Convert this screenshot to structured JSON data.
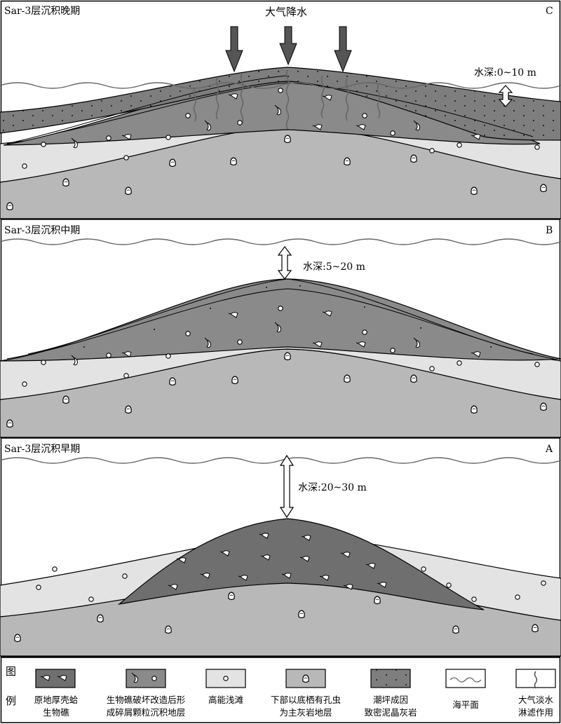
{
  "panels": [
    {
      "id": "C",
      "title": "Sar-3层沉积晚期",
      "letter": "C",
      "rain_label": "大气降水",
      "depth_label": "水深:0~10 m"
    },
    {
      "id": "B",
      "title": "Sar-3层沉积中期",
      "letter": "B",
      "depth_label": "水深:5~20 m"
    },
    {
      "id": "A",
      "title": "Sar-3层沉积早期",
      "letter": "A",
      "depth_label": "水深:20~30 m"
    }
  ],
  "legend": {
    "label_top": "图",
    "label_bottom": "例",
    "items": [
      {
        "line1": "原地厚壳蛤",
        "line2": "生物礁",
        "pattern": "reef"
      },
      {
        "line1": "生物礁破坏改造后形",
        "line2": "成碎屑颗粒沉积地层",
        "pattern": "debris"
      },
      {
        "line1": "高能浅滩",
        "line2": "",
        "pattern": "shoal"
      },
      {
        "line1": "下部以底栖有孔虫",
        "line2": "为主灰岩地层",
        "pattern": "foram"
      },
      {
        "line1": "潮坪成因",
        "line2": "致密泥晶灰岩",
        "pattern": "tidal"
      },
      {
        "line1": "海平面",
        "line2": "",
        "pattern": "sea"
      },
      {
        "line1": "大气淡水",
        "line2": "淋滤作用",
        "pattern": "leach"
      }
    ]
  },
  "colors": {
    "reef": "#6f6f6f",
    "debris": "#8a8a8a",
    "shoal": "#e3e3e3",
    "foram": "#b8b8b8",
    "tidal": "#7e7e7e",
    "border": "#000000"
  }
}
